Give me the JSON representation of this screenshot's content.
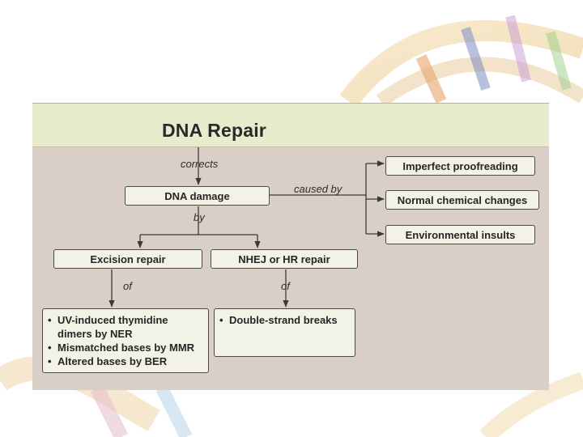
{
  "diagram": {
    "title": "DNA Repair",
    "nodes": {
      "dna_damage": "DNA damage",
      "imperfect_proofreading": "Imperfect proofreading",
      "normal_chemical_changes": "Normal chemical changes",
      "environmental_insults": "Environmental insults",
      "excision_repair": "Excision repair",
      "nhej_hr_repair": "NHEJ or HR repair",
      "excision_targets": [
        "UV-induced thymidine dimers by NER",
        "Mismatched bases by MMR",
        "Altered bases by BER"
      ],
      "nhej_targets": [
        "Double-strand breaks"
      ]
    },
    "edge_labels": {
      "corrects": "corrects",
      "caused_by": "caused by",
      "by": "by",
      "of_left": "of",
      "of_right": "of"
    }
  },
  "colors": {
    "panel_background": "#d9cfc6",
    "title_band": "#e8eccc",
    "box_fill": "#f3f2e6",
    "line": "#3a3a3a"
  }
}
